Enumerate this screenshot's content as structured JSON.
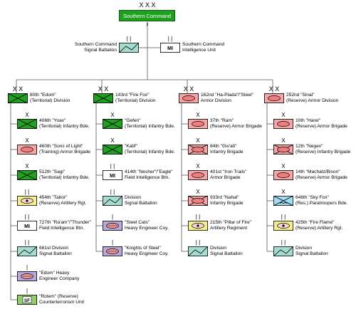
{
  "top": {
    "echelon": "X X X",
    "label": "Southern Command",
    "sub_marker": "x"
  },
  "colors": {
    "infantry": "#22a022",
    "armor": "#f6a6a6",
    "artillery": "#f4f08a",
    "signal": "#a5dccf",
    "engineer": "#b9a8dc",
    "airborne": "#a4ddf2",
    "intel": "#ffffff",
    "special": "#8fd06a"
  },
  "support": [
    {
      "type": "signal",
      "label1": "Southern Command",
      "label2": "Signal Battalion",
      "echelon": "| |"
    },
    {
      "type": "intel",
      "code": "MI",
      "label1": "Southern Command",
      "label2": "Intelligence Unit",
      "echelon": "| |"
    }
  ],
  "divisions": [
    {
      "type": "infantry",
      "echelon": "X X",
      "label1": "80th \"Edom\"",
      "label2": "(Territorial) Division",
      "units": [
        {
          "type": "infantry",
          "echelon": "X",
          "label1": "406th \"Yoav\"",
          "label2": "(Territorial) Infantry Bde."
        },
        {
          "type": "armor",
          "echelon": "X",
          "label1": "460th \"Sons of Light\"",
          "label2": "(Training) Armor Brigade"
        },
        {
          "type": "infantry",
          "echelon": "X",
          "label1": "512th \"Sagi\"",
          "label2": "(Territorial) Infantry Bde."
        },
        {
          "type": "artillery",
          "echelon": "| |",
          "label1": "454th \"Tabor\"",
          "label2": "(Reserve) Artillery Rgt."
        },
        {
          "type": "intel",
          "code": "MI",
          "echelon": "| |",
          "label1": "727th \"Ra'am\"/\"Thunder\"",
          "label2": "Field Intelligence Btn."
        },
        {
          "type": "signal",
          "echelon": "| |",
          "label1": "681st Division",
          "label2": "Signal Battalion"
        },
        {
          "type": "engineer",
          "echelon": "|",
          "label1": "\"Edom\" Heavy",
          "label2": "Engineer Company"
        },
        {
          "type": "special",
          "code": "SF",
          "echelon": "|",
          "label1": "\"Rotem\" (Reserve)",
          "label2": "Counterterrorism Unit"
        }
      ]
    },
    {
      "type": "infantry",
      "echelon": "X X",
      "label1": "143rd \"Fire Fox\"",
      "label2": "(Territorial) Division",
      "units": [
        {
          "type": "infantry",
          "echelon": "X",
          "label1": "\"Gefen\"",
          "label2": "(Territorial) Infantry Bde."
        },
        {
          "type": "infantry",
          "echelon": "X",
          "label1": "\"Katif\"",
          "label2": "(Territorial) Infantry Bde."
        },
        {
          "type": "intel",
          "code": "MI",
          "echelon": "| |",
          "label1": "414th \"Nesher\"/\"Eagle\"",
          "label2": "Field Intelligence Btn."
        },
        {
          "type": "signal",
          "echelon": "| |",
          "label1": "Division",
          "label2": "Signal Battalion"
        },
        {
          "type": "engineer",
          "echelon": "|",
          "label1": "\"Steel Cats\"",
          "label2": "Heavy Engineer Coy."
        },
        {
          "type": "engineer",
          "echelon": "|",
          "label1": "\"Knights of Steel\"",
          "label2": "Heavy Engineer Coy."
        }
      ]
    },
    {
      "type": "armor",
      "echelon": "X X",
      "label1": "162nd \"Ha-Plada\"/\"Steel\"",
      "label2": "Armor Division",
      "units": [
        {
          "type": "armor",
          "echelon": "X",
          "label1": "37th \"Ram\"",
          "label2": "(Reserve) Armor Brigade"
        },
        {
          "type": "mechanized",
          "echelon": "X",
          "label1": "84th \"Giv'ati\"",
          "label2": "Infantry Brigade"
        },
        {
          "type": "armor",
          "echelon": "X",
          "label1": "401st \"Iron Trails\"",
          "label2": "Armor Brigade"
        },
        {
          "type": "mechanized",
          "echelon": "X",
          "label1": "933rd \"Nahal\"",
          "label2": "Infantry Brigade"
        },
        {
          "type": "artillery",
          "echelon": "| |",
          "label1": "215th \"Pillar of Fire\"",
          "label2": "Artillery Regiment"
        },
        {
          "type": "signal",
          "echelon": "| |",
          "label1": "Division",
          "label2": "Signal Battalion"
        }
      ]
    },
    {
      "type": "armor",
      "echelon": "X X",
      "label1": "252nd \"Sinai\"",
      "label2": "(Reserve) Armor Division",
      "units": [
        {
          "type": "armor",
          "echelon": "X",
          "label1": "10th \"Harel\"",
          "label2": "(Reserve) Armor Brigade"
        },
        {
          "type": "mechanized",
          "echelon": "X",
          "label1": "12th \"Negev\"",
          "label2": "(Reserve) Infantry Brigade"
        },
        {
          "type": "armor",
          "echelon": "X",
          "label1": "14th \"Machatz/Bison\"",
          "label2": "(Reserve) Armor Brigade"
        },
        {
          "type": "airborne",
          "echelon": "X",
          "label1": "646th \"Sky Fox\"",
          "label2": "(Res.) Paratroopers Bde."
        },
        {
          "type": "artillery",
          "echelon": "| |",
          "label1": "425th \"Fire Flame\"",
          "label2": "(Reserve) Artillery Rgt."
        },
        {
          "type": "signal",
          "echelon": "| |",
          "label1": "Division",
          "label2": "Signal Battalion"
        }
      ]
    }
  ]
}
